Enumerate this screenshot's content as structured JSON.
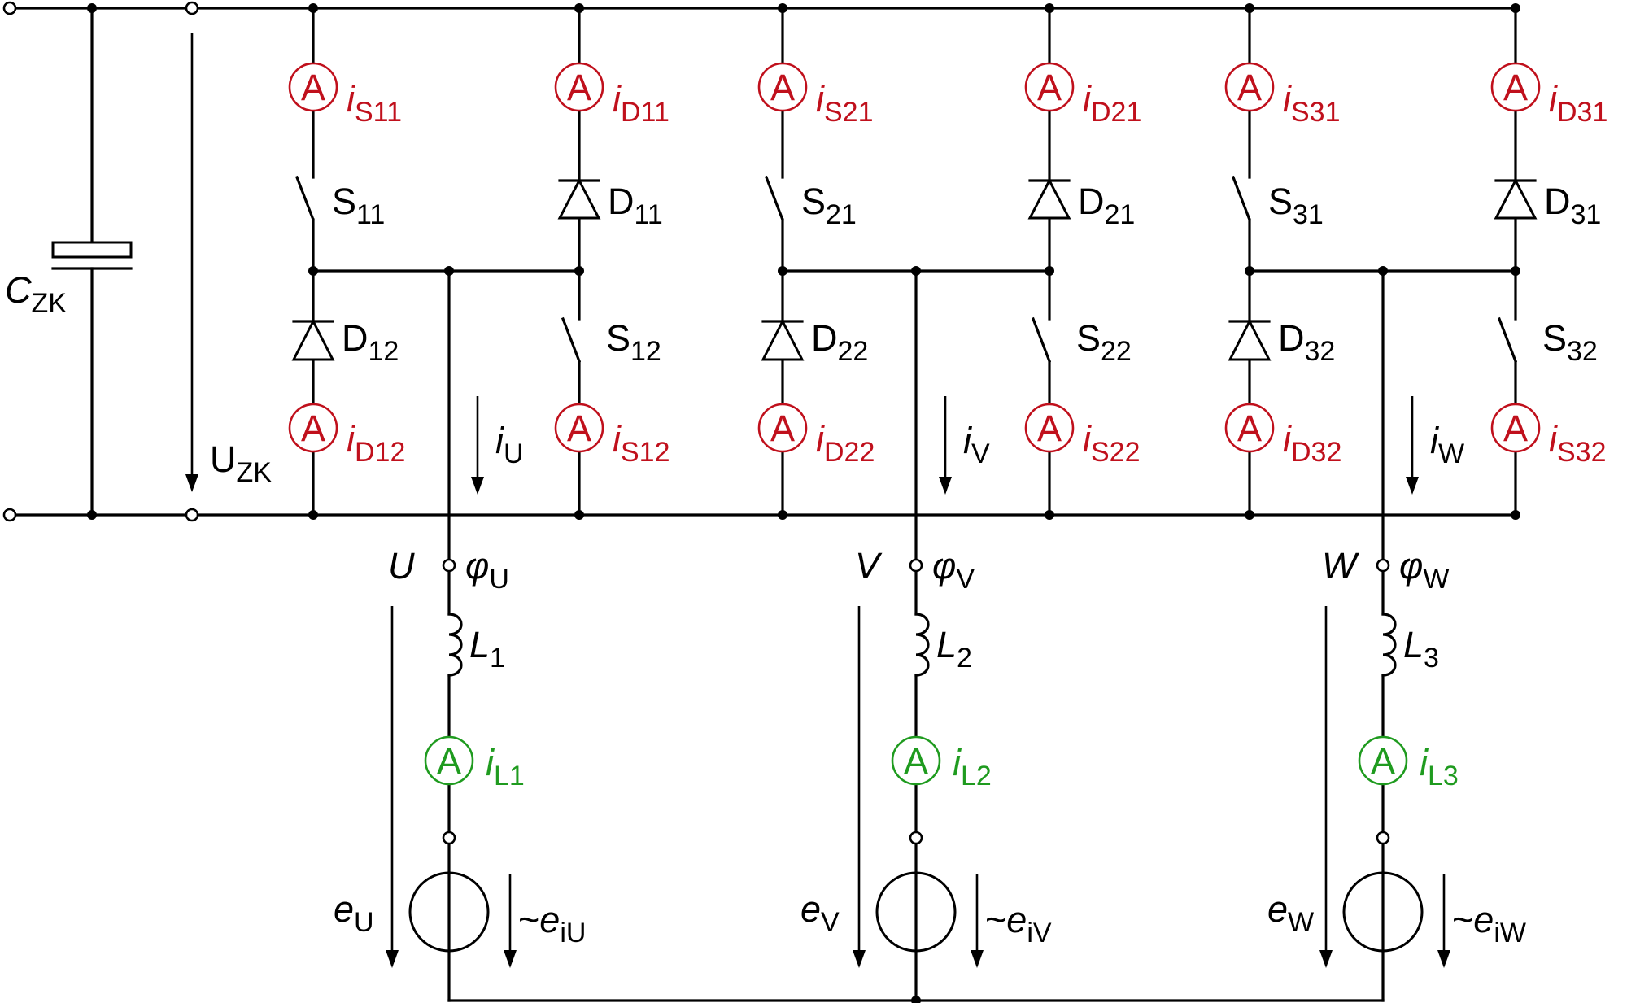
{
  "colors": {
    "sensor_switch": "#c0101c",
    "sensor_load": "#1f9b1f",
    "wire": "#000000"
  },
  "dc_link": {
    "capacitor": {
      "main": "C",
      "sub": "ZK"
    },
    "voltage": {
      "main": "U",
      "sub": "ZK"
    }
  },
  "ammeter_symbol": "A",
  "legs": [
    {
      "top_switch": {
        "main": "S",
        "sub": "11"
      },
      "top_switch_current": {
        "main": "i",
        "sub": "S11"
      },
      "top_diode": {
        "main": "D",
        "sub": "11"
      },
      "top_diode_current": {
        "main": "i",
        "sub": "D11"
      },
      "bottom_diode": {
        "main": "D",
        "sub": "12"
      },
      "bottom_diode_current": {
        "main": "i",
        "sub": "D12"
      },
      "bottom_switch": {
        "main": "S",
        "sub": "12"
      },
      "bottom_switch_current": {
        "main": "i",
        "sub": "S12"
      },
      "phase_current": {
        "main": "i",
        "sub": "U"
      },
      "node": "U",
      "potential": {
        "main": "φ",
        "sub": "U"
      },
      "inductor": {
        "main": "L",
        "sub": "1"
      },
      "load_current": {
        "main": "i",
        "sub": "L1"
      },
      "source_voltage": {
        "main": "e",
        "sub": "U"
      },
      "internal_emf": {
        "prefix": "~",
        "main": "e",
        "sub": "iU"
      }
    },
    {
      "top_switch": {
        "main": "S",
        "sub": "21"
      },
      "top_switch_current": {
        "main": "i",
        "sub": "S21"
      },
      "top_diode": {
        "main": "D",
        "sub": "21"
      },
      "top_diode_current": {
        "main": "i",
        "sub": "D21"
      },
      "bottom_diode": {
        "main": "D",
        "sub": "22"
      },
      "bottom_diode_current": {
        "main": "i",
        "sub": "D22"
      },
      "bottom_switch": {
        "main": "S",
        "sub": "22"
      },
      "bottom_switch_current": {
        "main": "i",
        "sub": "S22"
      },
      "phase_current": {
        "main": "i",
        "sub": "V"
      },
      "node": "V",
      "potential": {
        "main": "φ",
        "sub": "V"
      },
      "inductor": {
        "main": "L",
        "sub": "2"
      },
      "load_current": {
        "main": "i",
        "sub": "L2"
      },
      "source_voltage": {
        "main": "e",
        "sub": "V"
      },
      "internal_emf": {
        "prefix": "~",
        "main": "e",
        "sub": "iV"
      }
    },
    {
      "top_switch": {
        "main": "S",
        "sub": "31"
      },
      "top_switch_current": {
        "main": "i",
        "sub": "S31"
      },
      "top_diode": {
        "main": "D",
        "sub": "31"
      },
      "top_diode_current": {
        "main": "i",
        "sub": "D31"
      },
      "bottom_diode": {
        "main": "D",
        "sub": "32"
      },
      "bottom_diode_current": {
        "main": "i",
        "sub": "D32"
      },
      "bottom_switch": {
        "main": "S",
        "sub": "32"
      },
      "bottom_switch_current": {
        "main": "i",
        "sub": "S32"
      },
      "phase_current": {
        "main": "i",
        "sub": "W"
      },
      "node": "W",
      "potential": {
        "main": "φ",
        "sub": "W"
      },
      "inductor": {
        "main": "L",
        "sub": "3"
      },
      "load_current": {
        "main": "i",
        "sub": "L3"
      },
      "source_voltage": {
        "main": "e",
        "sub": "W"
      },
      "internal_emf": {
        "prefix": "~",
        "main": "e",
        "sub": "iW"
      }
    }
  ]
}
